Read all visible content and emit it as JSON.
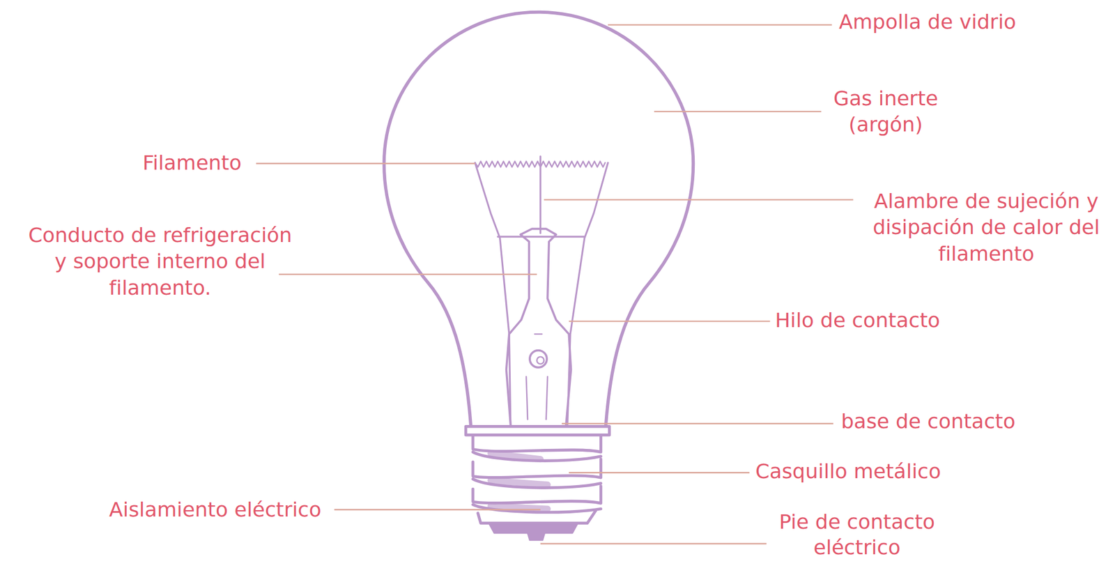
{
  "diagram": {
    "labels": [
      "Ampolla de vidrio",
      "Gas inerte (argón)",
      "Filamento",
      "Alambre de sujeción y disipación de calor del filamento",
      "Conducto de refrigeración y soporte interno del filamento.",
      "Hilo de contacto",
      "base de contacto",
      "Casquillo metálico",
      "Aislamiento eléctrico",
      "Pie de contacto eléctrico"
    ]
  }
}
